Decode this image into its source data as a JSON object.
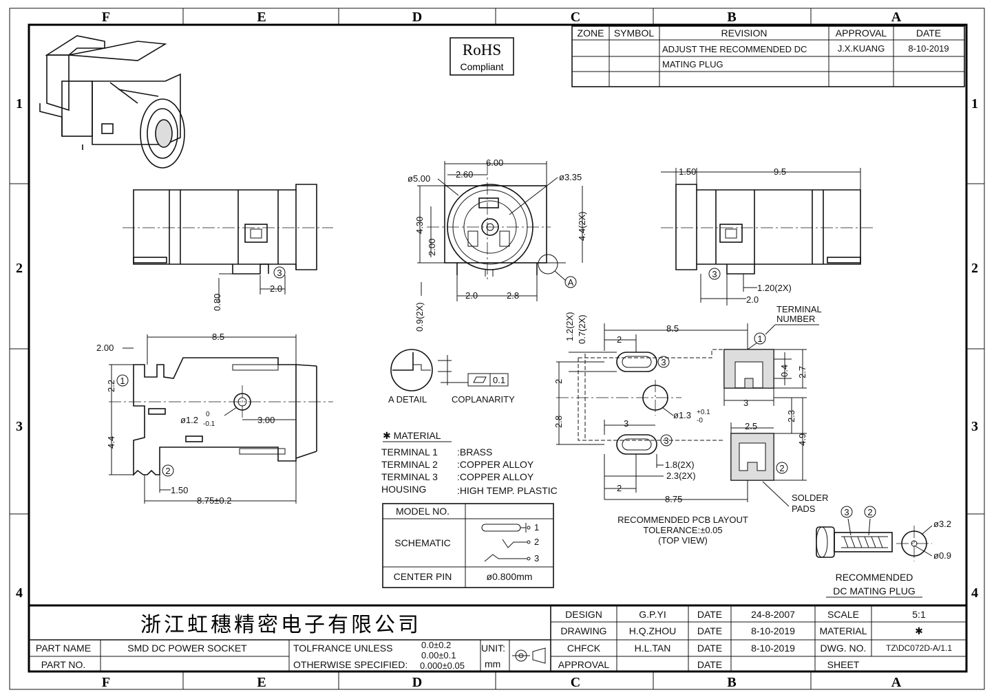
{
  "zones": {
    "columns": [
      "F",
      "E",
      "D",
      "C",
      "B",
      "A"
    ],
    "rows": [
      "1",
      "2",
      "3",
      "4"
    ]
  },
  "rohs": {
    "line1": "RoHS",
    "line2": "Compliant"
  },
  "revision_table": {
    "headers": [
      "ZONE",
      "SYMBOL",
      "REVISION",
      "APPROVAL",
      "DATE"
    ],
    "revision_line1": "ADJUST THE RECOMMENDED DC",
    "revision_line2": "MATING PLUG",
    "approval": "J.X.KUANG",
    "date": "8-10-2019"
  },
  "front_view": {
    "d500": "ø5.00",
    "d260": "2.60",
    "d600": "6.00",
    "d335": "ø3.35",
    "d430": "4.30",
    "d200": "2.00",
    "d44": "4.4(2X)",
    "d09": "0.9(2X)",
    "d20": "2.0",
    "d28": "2.8",
    "detail_a": "A"
  },
  "left_side": {
    "d080": "0.80",
    "d20": "2.0",
    "term3": "3"
  },
  "right_side": {
    "d150": "1.50",
    "d95": "9.5",
    "d120": "1.20(2X)",
    "d20": "2.0",
    "term3": "3"
  },
  "bottom_view": {
    "d200": "2.00",
    "d85": "8.5",
    "d22": "2.2",
    "d44": "4.4",
    "hole_main": "ø1.2",
    "hole_tol_top": "0",
    "hole_tol_bot": "-0.1",
    "d300": "3.00",
    "d150": "1.50",
    "d875": "8.75±0.2",
    "term1": "1",
    "term2": "2"
  },
  "detail": {
    "label": "A DETAIL",
    "coplanarity": "COPLANARITY",
    "value": "0.1"
  },
  "material": {
    "title": "✱ MATERIAL",
    "rows": [
      {
        "item": "TERMINAL 1",
        "value": ":BRASS"
      },
      {
        "item": "TERMINAL 2",
        "value": ":COPPER ALLOY"
      },
      {
        "item": "TERMINAL 3",
        "value": ":COPPER ALLOY"
      },
      {
        "item": "HOUSING",
        "value": ":HIGH TEMP. PLASTIC"
      }
    ]
  },
  "model_table": {
    "model_no": "MODEL NO.",
    "schematic": "SCHEMATIC",
    "center_pin": "CENTER PIN",
    "center_pin_value": "ø0.800mm",
    "pins": [
      "1",
      "2",
      "3"
    ]
  },
  "pcb_layout": {
    "d12": "1.2(2X)",
    "d07": "0.7(2X)",
    "d85": "8.5",
    "d2a": "2",
    "d2v": "2",
    "d28": "2.8",
    "d04": "0.4",
    "d27": "2.7",
    "d3": "3",
    "hole": "ø1.3",
    "hole_tol_top": "+0.1",
    "hole_tol_bot": "-0",
    "d23": "2.3",
    "d49": "4.9",
    "d25": "2.5",
    "d3b": "3",
    "d18": "1.8(2X)",
    "d23x": "2.3(2X)",
    "d2b": "2",
    "d875": "8.75",
    "terminal_number_1": "TERMINAL",
    "terminal_number_2": "NUMBER",
    "solder_1": "SOLDER",
    "solder_2": "PADS",
    "caption1": "RECOMMENDED PCB LAYOUT",
    "caption2": "TOLERANCE:±0.05",
    "caption3": "(TOP VIEW)",
    "t1": "1",
    "t2": "2",
    "t3a": "3",
    "t3b": "3"
  },
  "mating_plug": {
    "d32": "ø3.2",
    "d09": "ø0.9",
    "t3": "3",
    "t2": "2",
    "caption1": "RECOMMENDED",
    "caption2": "DC MATING PLUG"
  },
  "title_block": {
    "company": "浙江虹穗精密电子有限公司",
    "part_name_label": "PART NAME",
    "part_name": "SMD DC POWER SOCKET",
    "part_no_label": "PART NO.",
    "tol_label1": "TOLFRANCE UNLESS",
    "tol_label2": "OTHERWISE SPECIFIED:",
    "tol1": "0.0±0.2",
    "tol2": "0.00±0.1",
    "tol3": "0.000±0.05",
    "unit_label": "UNIT:",
    "unit": "mm",
    "design_label": "DESIGN",
    "design": "G.P.YI",
    "drawing_label": "DRAWING",
    "drawing": "H.Q.ZHOU",
    "check_label": "CHFCK",
    "check": "H.L.TAN",
    "approval_label": "APPROVAL",
    "date_label": "DATE",
    "date_design": "24-8-2007",
    "date_drawing": "8-10-2019",
    "date_check": "8-10-2019",
    "scale_label": "SCALE",
    "scale": "5:1",
    "material_label": "MATERIAL",
    "material": "✱",
    "dwg_label": "DWG. NO.",
    "dwg": "TZ\\DC072D-A/1.1",
    "sheet_label": "SHEET"
  }
}
